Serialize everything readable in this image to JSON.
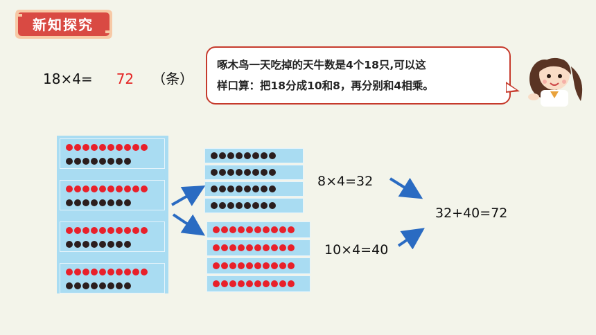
{
  "header": {
    "badge_label": "新知探究"
  },
  "main_equation": {
    "expression": "18×4=",
    "answer": "72",
    "unit": "（条）"
  },
  "speech": {
    "line1": "啄木鸟一天吃掉的天牛数是4个18只,可以这",
    "line2": "样口算：把18分成10和8，再分别和4相乘。"
  },
  "steps": {
    "eq_8x4": "8×4=32",
    "eq_10x4": "10×4=40",
    "eq_sum": "32+40=72"
  },
  "colors": {
    "badge": "#d94a43",
    "answer": "#e42525",
    "panel": "#a9dcf2",
    "arrow": "#2a6bc2"
  },
  "dot_groups": {
    "red_per_row": 10,
    "black_per_row": 8,
    "rows": 4
  }
}
